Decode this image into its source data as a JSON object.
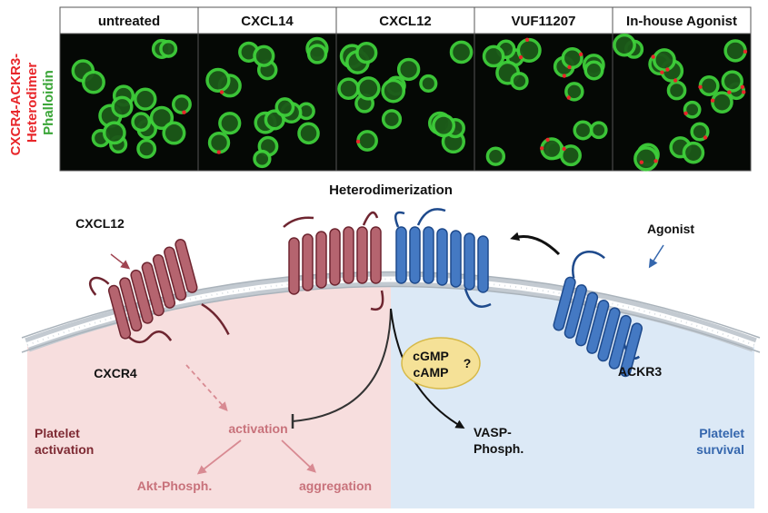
{
  "micrographs": {
    "columns": [
      "untreated",
      "CXCL14",
      "CXCL12",
      "VUF11207",
      "In-house Agonist"
    ],
    "row_label_red": "CXCR4-ACKR3-Heterodimer",
    "row_label_red_line1": "CXCR4-ACKR3-",
    "row_label_red_line2": "Heterodimer",
    "row_label_green": "Phalloidin",
    "stain_colors": {
      "actin": "#3ecf3a",
      "heterodimer": "#e8262a",
      "background": "#050805"
    }
  },
  "diagram": {
    "title": "Heterodimerization",
    "cxcl12": "CXCL12",
    "agonist": "Agonist",
    "cxcr4": "CXCR4",
    "ackr3": "ACKR3",
    "messenger_line1": "cGMP",
    "messenger_line2": "cAMP",
    "messenger_question": "?",
    "activation": "activation",
    "akt": "Akt-Phosph.",
    "aggregation": "aggregation",
    "vasp_line1": "VASP-",
    "vasp_line2": "Phosph.",
    "platelet_activation_line1": "Platelet",
    "platelet_activation_line2": "activation",
    "platelet_survival_line1": "Platelet",
    "platelet_survival_line2": "survival",
    "colors": {
      "cxcr4": "#b5646f",
      "cxcr4_dark": "#6e2530",
      "ackr3": "#4479c3",
      "ackr3_dark": "#1e4a8c",
      "left_bg": "#f7dede",
      "right_bg": "#dce9f6",
      "membrane": "#c6cdd3",
      "label_red": "#7e2a33",
      "label_light_red": "#c8727b",
      "label_blue": "#3466ad",
      "bubble": "#f5e197"
    }
  }
}
